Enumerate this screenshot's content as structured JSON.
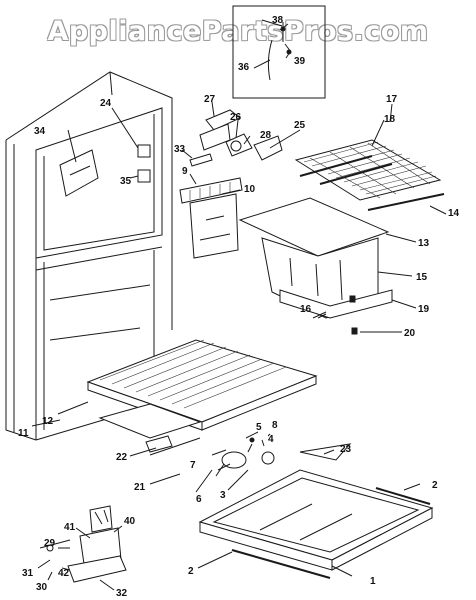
{
  "watermark": "AppliancePartsPros.com",
  "callouts": [
    "1",
    "2",
    "3",
    "4",
    "5",
    "6",
    "7",
    "8",
    "9",
    "10",
    "11",
    "12",
    "13",
    "14",
    "15",
    "16",
    "17",
    "18",
    "19",
    "20",
    "21",
    "22",
    "23",
    "24",
    "25",
    "26",
    "27",
    "28",
    "29",
    "30",
    "31",
    "32",
    "33",
    "34",
    "35",
    "36",
    "38",
    "39",
    "40",
    "41",
    "42"
  ]
}
